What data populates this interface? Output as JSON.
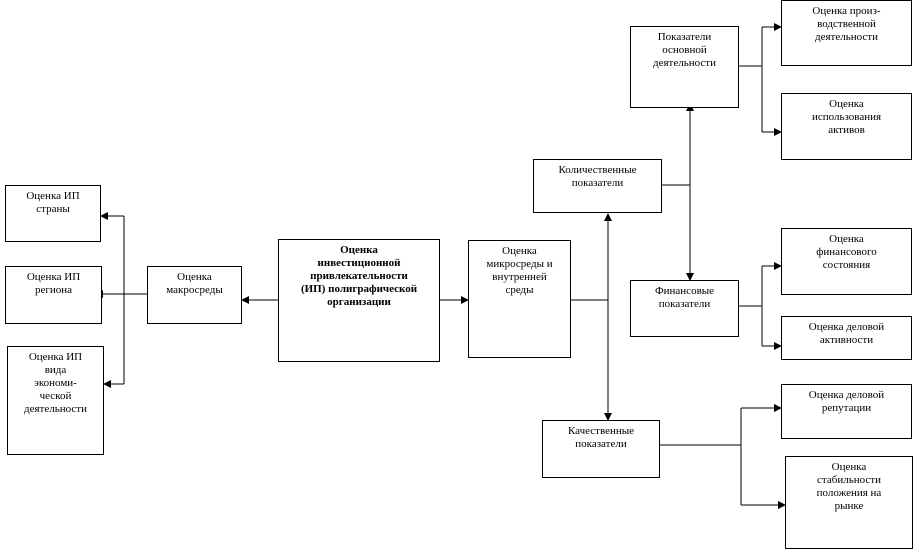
{
  "diagram": {
    "center": "Оценка\nинвестиционной\nпривлекательности\n(ИП) полиграфической\nорганизации",
    "macro": "Оценка\nмакросреды",
    "ip_country": "Оценка ИП\nстраны",
    "ip_region": "Оценка ИП\nрегиона",
    "ip_activity": "Оценка ИП\nвида\nэкономи-\nческой\nдеятельности",
    "micro": "Оценка\nмикросреды и\nвнутренней\nсреды",
    "quantitative": "Количественные\nпоказатели",
    "qualitative": "Качественные\nпоказатели",
    "main_activity": "Показатели\nосновной\nдеятельности",
    "financial": "Финансовые\nпоказатели",
    "production": "Оценка  произ-\nводственной\nдеятельности",
    "assets": "Оценка\nиспользования\nактивов",
    "fin_state": "Оценка\nфинансового\nсостояния",
    "business_activity": "Оценка деловой\nактивности",
    "reputation": "Оценка деловой\nрепутации",
    "market_stability": "Оценка\nстабильности\nположения на\nрынке"
  }
}
